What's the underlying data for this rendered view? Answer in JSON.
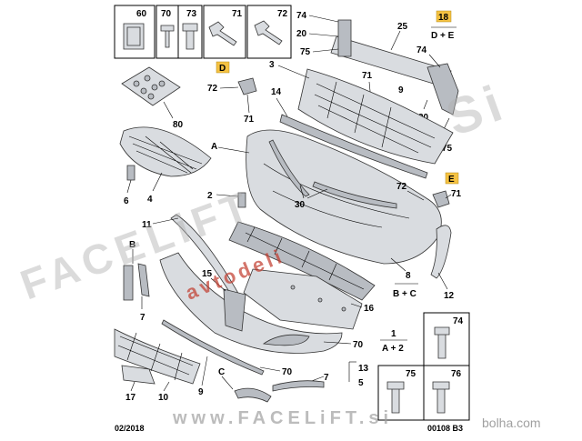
{
  "colors": {
    "tag_fill": "#f5c242",
    "watermark_red": "#c0392b",
    "watermark_gray": "#b0b0b0"
  },
  "header_boxes": [
    "60",
    "70",
    "73",
    "71",
    "72"
  ],
  "callouts": {
    "c74a": "74",
    "c20a": "20",
    "c75a": "75",
    "c25": "25",
    "c18": "18",
    "c18sub": "D + E",
    "c74b": "74",
    "c71a": "71",
    "c9": "9",
    "c3": "3",
    "c14": "14",
    "cD": "D",
    "c72a": "72",
    "c71b": "71",
    "c80": "80",
    "c20b": "20",
    "c75b": "75",
    "cA": "A",
    "c6": "6",
    "c4": "4",
    "c2": "2",
    "c30": "30",
    "cE": "E",
    "c72b": "72",
    "c71c": "71",
    "c11": "11",
    "c8": "8",
    "c8sub": "B + C",
    "c12": "12",
    "cB": "B",
    "c15": "15",
    "c16": "16",
    "c7a": "7",
    "c1": "1",
    "c1sub": "A + 2",
    "c70a": "70",
    "c70b": "70",
    "c13": "13",
    "c5": "5",
    "cC": "C",
    "c7b": "7",
    "c17": "17",
    "c10": "10",
    "c74c": "74",
    "c75c": "75",
    "c76": "76"
  },
  "footer": {
    "date": "02/2018",
    "ref": "00108 B3"
  },
  "watermarks": {
    "facelift_big": "FACELiFT",
    "facelift_small": "FACELiFT",
    "url": "www.FACELiFT.si",
    "avtodeli": "avtodeli",
    "bolha": "bolha.com",
    "si_big": "Si"
  }
}
